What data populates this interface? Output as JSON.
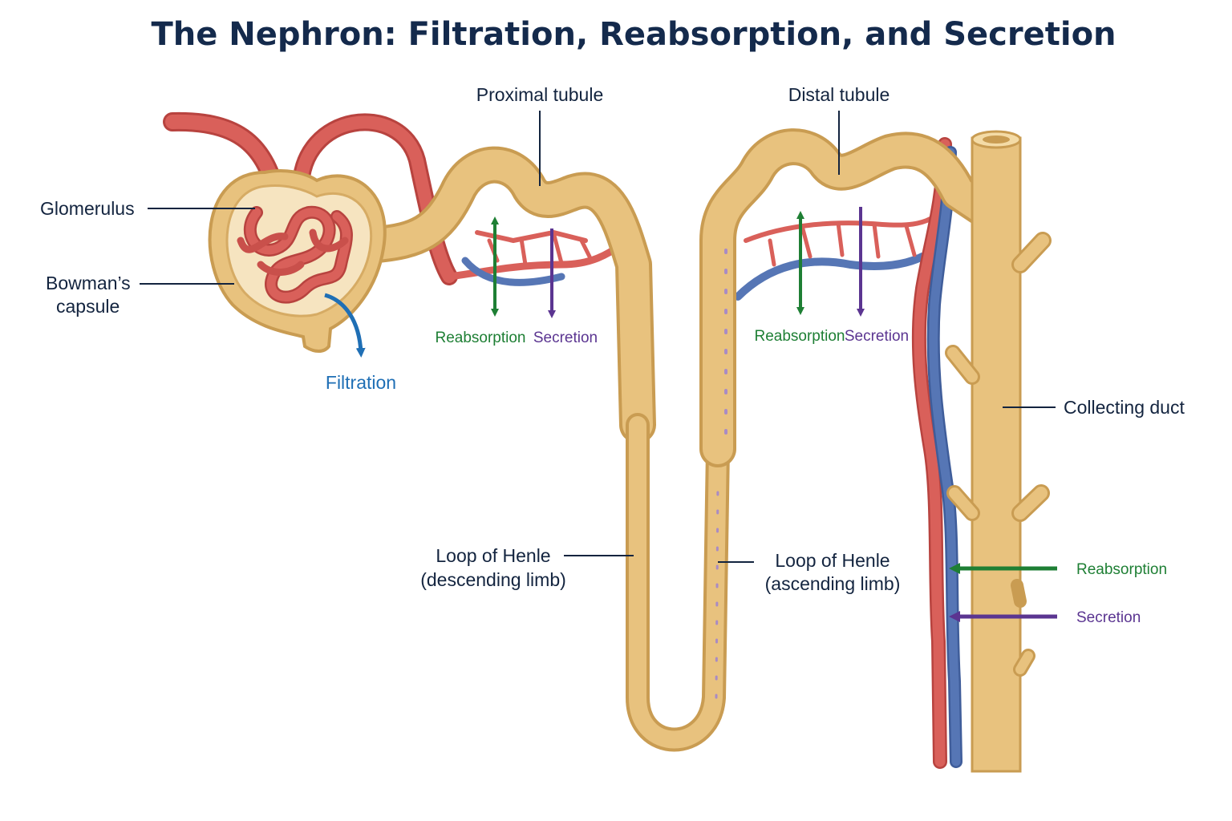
{
  "title": "The Nephron: Filtration, Reabsorption, and Secretion",
  "labels": {
    "proximal": "Proximal tubule",
    "distal": "Distal tubule",
    "glomerulus": "Glomerulus",
    "bowman_1": "Bowman’s",
    "bowman_2": "capsule",
    "filtration": "Filtration",
    "reabsorption_prox": "Reabsorption",
    "secretion_prox": "Secretion",
    "reabsorption_dist": "Reabsorption",
    "secretion_dist": "Secretion",
    "collecting": "Collecting duct",
    "henle_desc_1": "Loop of Henle",
    "henle_desc_2": "(descending limb)",
    "henle_asc_1": "Loop of Henle",
    "henle_asc_2": "(ascending limb)",
    "reabsorption_duct": "Reabsorption",
    "secretion_duct": "Secretion"
  },
  "colors": {
    "title": "#142a4c",
    "label": "#13243f",
    "reabsorption": "#1e7f34",
    "secretion": "#5b3591",
    "filtration": "#1f6fb5",
    "tubule": "#e8c27e",
    "tubule_outline": "#c99c52",
    "artery": "#d9605a",
    "vein": "#5676b5"
  }
}
